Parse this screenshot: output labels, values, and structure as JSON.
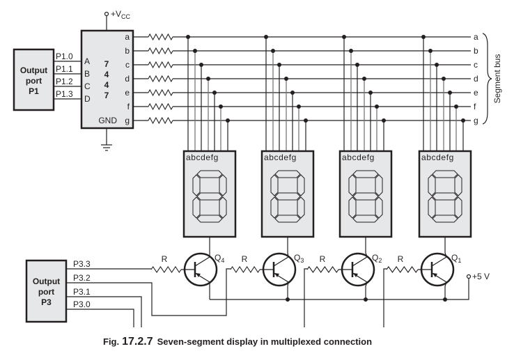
{
  "figure": {
    "caption_prefix": "Fig.",
    "caption_number": "17.2.7",
    "caption_text": "Seven-segment display in multiplexed connection"
  },
  "port_p1": {
    "title_lines": [
      "Output",
      "port",
      "P1"
    ],
    "pins": [
      "P1.0",
      "P1.1",
      "P1.2",
      "P1.3"
    ]
  },
  "decoder": {
    "supply_label": "+V",
    "supply_sub": "CC",
    "inputs": [
      "A",
      "B",
      "C",
      "D"
    ],
    "part_digits": [
      "7",
      "4",
      "4",
      "7"
    ],
    "outputs": [
      "a",
      "b",
      "c",
      "d",
      "e",
      "f",
      "g"
    ],
    "gnd_label": "GND"
  },
  "segment_bus": {
    "label": "Segment bus",
    "lines": [
      "a",
      "b",
      "c",
      "d",
      "e",
      "f",
      "g"
    ]
  },
  "displays": [
    {
      "pin_labels": "abcdefg"
    },
    {
      "pin_labels": "abcdefg"
    },
    {
      "pin_labels": "abcdefg"
    },
    {
      "pin_labels": "abcdefg"
    }
  ],
  "transistors": [
    {
      "name": "Q",
      "sub": "4",
      "resistor": "R"
    },
    {
      "name": "Q",
      "sub": "3",
      "resistor": "R"
    },
    {
      "name": "Q",
      "sub": "2",
      "resistor": "R"
    },
    {
      "name": "Q",
      "sub": "1",
      "resistor": "R"
    }
  ],
  "supply_5v": "+5 V",
  "port_p3": {
    "title_lines": [
      "Output",
      "port",
      "P3"
    ],
    "pins": [
      "P3.3",
      "P3.2",
      "P3.1",
      "P3.0"
    ]
  }
}
